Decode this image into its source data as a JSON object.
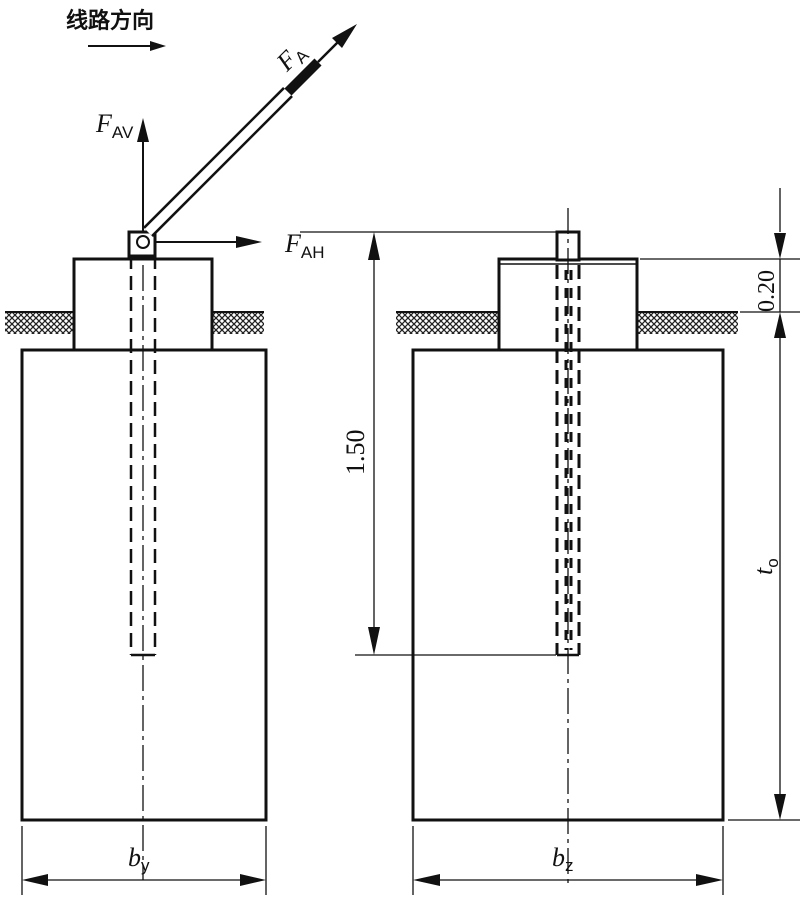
{
  "direction": {
    "label": "线路方向"
  },
  "forces": {
    "fa": {
      "symbol": "F",
      "sub": "A"
    },
    "fav": {
      "symbol": "F",
      "sub": "AV"
    },
    "fah": {
      "symbol": "F",
      "sub": "AH"
    }
  },
  "dimensions": {
    "embed_depth": "1.50",
    "protrusion": "0.20",
    "total_depth": {
      "symbol": "t",
      "sub": "o"
    },
    "width_y": {
      "symbol": "b",
      "sub": "y"
    },
    "width_z": {
      "symbol": "b",
      "sub": "z"
    }
  },
  "colors": {
    "ink": "#111111",
    "hatch": "#222222",
    "background": "#ffffff"
  }
}
